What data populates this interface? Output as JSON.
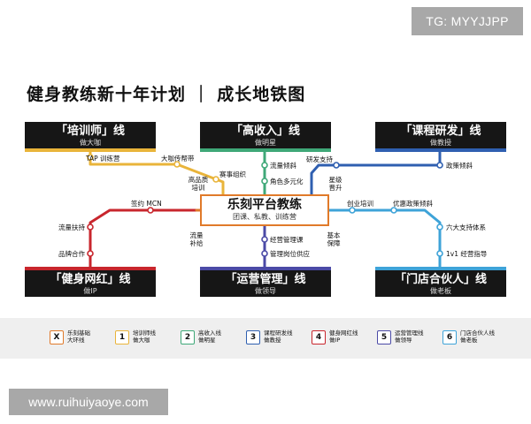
{
  "watermark_top": "TG: MYYJJPP",
  "watermark_bottom": "www.ruihuiyaoye.com",
  "title": "健身教练新十年计划 ｜ 成长地铁图",
  "hub": {
    "title": "乐刻平台教练",
    "subtitle": "团课、私教、训练营"
  },
  "lines": {
    "trainer": {
      "name": "「培训师」线",
      "role": "做大咖",
      "color": "#e9b43a"
    },
    "income": {
      "name": "「高收入」线",
      "role": "做明星",
      "color": "#3fa878"
    },
    "course": {
      "name": "「课程研发」线",
      "role": "做教授",
      "color": "#2f5fb0"
    },
    "influencer": {
      "name": "「健身网红」线",
      "role": "做IP",
      "color": "#c8262d"
    },
    "ops": {
      "name": "「运营管理」线",
      "role": "做领导",
      "color": "#4b4aa6"
    },
    "partner": {
      "name": "「门店合伙人」线",
      "role": "做老板",
      "color": "#3ea3d8"
    }
  },
  "stations": {
    "tap": "TAP 训练营",
    "big_name": "大咖传帮带",
    "event_org": "赛事组织",
    "hq_training_1": "高品质",
    "hq_training_2": "培训",
    "traffic_tilt": "流量倾斜",
    "role_diverse": "角色多元化",
    "rd_support": "研发支持",
    "star_1": "星级",
    "star_2": "晋升",
    "policy_tilt": "政策倾斜",
    "sign_mcn": "签约 MCN",
    "traffic_support": "流量扶持",
    "brand_coop": "品牌合作",
    "traffic_sub_1": "流量",
    "traffic_sub_2": "补给",
    "ops_course": "经营管理课",
    "mgmt_post": "管理岗位供应",
    "basic_1": "基本",
    "basic_2": "保障",
    "startup_train": "创业培训",
    "pref_policy": "优惠政策倾斜",
    "six_support": "六大支持体系",
    "one_on_one": "1v1 经营指导"
  },
  "legend": [
    {
      "num": "X",
      "l1": "乐刻基础",
      "l2": "大环线",
      "color": "#e07a2a"
    },
    {
      "num": "1",
      "l1": "培训师线",
      "l2": "做大咖",
      "color": "#e9b43a"
    },
    {
      "num": "2",
      "l1": "高收入线",
      "l2": "做明星",
      "color": "#3fa878"
    },
    {
      "num": "3",
      "l1": "课程研发线",
      "l2": "做教授",
      "color": "#2f5fb0"
    },
    {
      "num": "4",
      "l1": "健身网红线",
      "l2": "做IP",
      "color": "#c8262d"
    },
    {
      "num": "5",
      "l1": "运营管理线",
      "l2": "做领导",
      "color": "#4b4aa6"
    },
    {
      "num": "6",
      "l1": "门店合伙人线",
      "l2": "做老板",
      "color": "#3ea3d8"
    }
  ]
}
